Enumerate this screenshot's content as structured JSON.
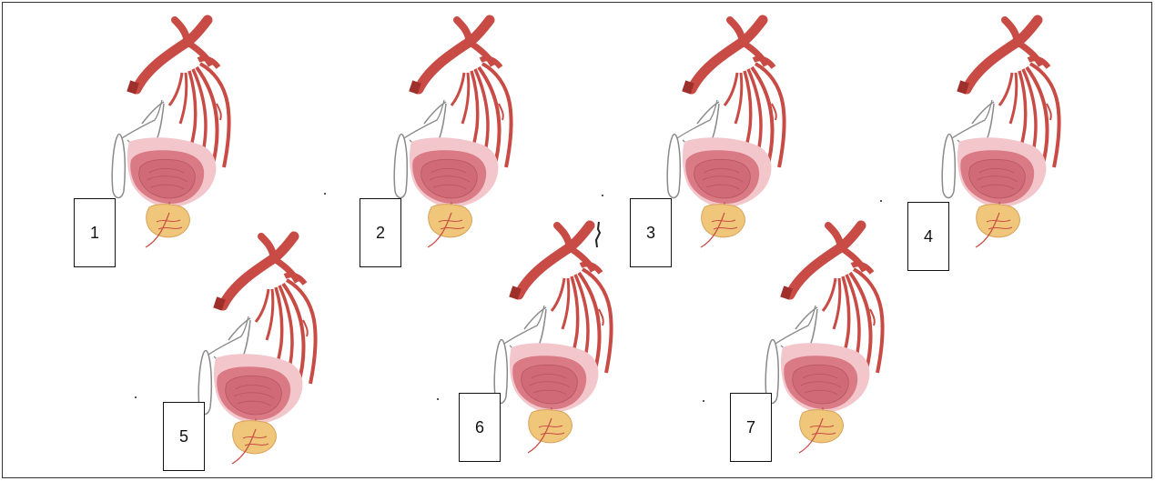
{
  "figure": {
    "panels": [
      {
        "id": 1,
        "label": "1"
      },
      {
        "id": 2,
        "label": "2"
      },
      {
        "id": 3,
        "label": "3"
      },
      {
        "id": 4,
        "label": "4"
      },
      {
        "id": 5,
        "label": "5"
      },
      {
        "id": 6,
        "label": "6"
      },
      {
        "id": 7,
        "label": "7"
      }
    ]
  },
  "colors": {
    "artery": "#c84b45",
    "capsule": "#f3c6cc",
    "gland": "#d97a84",
    "gland_inner": "#cf6a76",
    "vesicle": "#f0c77a",
    "vesicle_stroke": "#d8a25a",
    "outline": "#8a8a8a"
  },
  "icons": {
    "anatomy": "prostate-artery-illustration"
  }
}
